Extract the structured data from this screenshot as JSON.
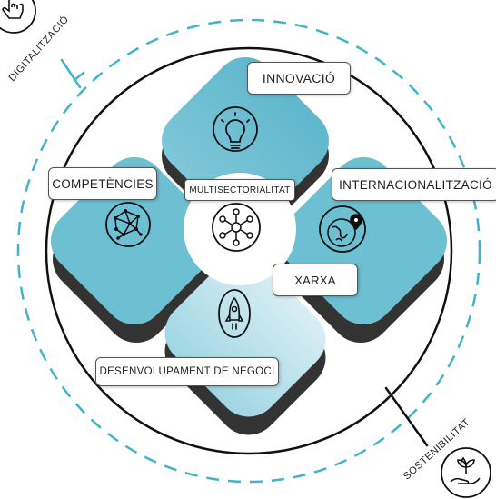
{
  "colors": {
    "teal": "#5fb7cc",
    "teal_light": "#9fd6e3",
    "dark": "#333333",
    "dash": "#42b4c9",
    "outline": "#111111"
  },
  "outer_ring": {
    "top_left_label": "DIGITALITZACIÓ",
    "bottom_right_label": "SOSTENIBILITAT",
    "top_left_icon": "hand-pointer-icon",
    "bottom_right_icon": "hand-plant-icon"
  },
  "center": {
    "label": "MULTISECTORIALITAT",
    "icon": "network-hub-icon"
  },
  "petals": {
    "top": {
      "label": "INNOVACIÓ",
      "icon": "lightbulb-icon"
    },
    "left": {
      "label": "COMPETÈNCIES",
      "icon": "network-graph-icon"
    },
    "right": {
      "label": "INTERNACIONALITZACIÓ",
      "icon": "globe-pin-icon"
    },
    "bottom": {
      "label": "DESENVOLUPAMENT DE NEGOCI",
      "icon": "rocket-icon"
    }
  },
  "connector": {
    "label": "XARXA"
  }
}
